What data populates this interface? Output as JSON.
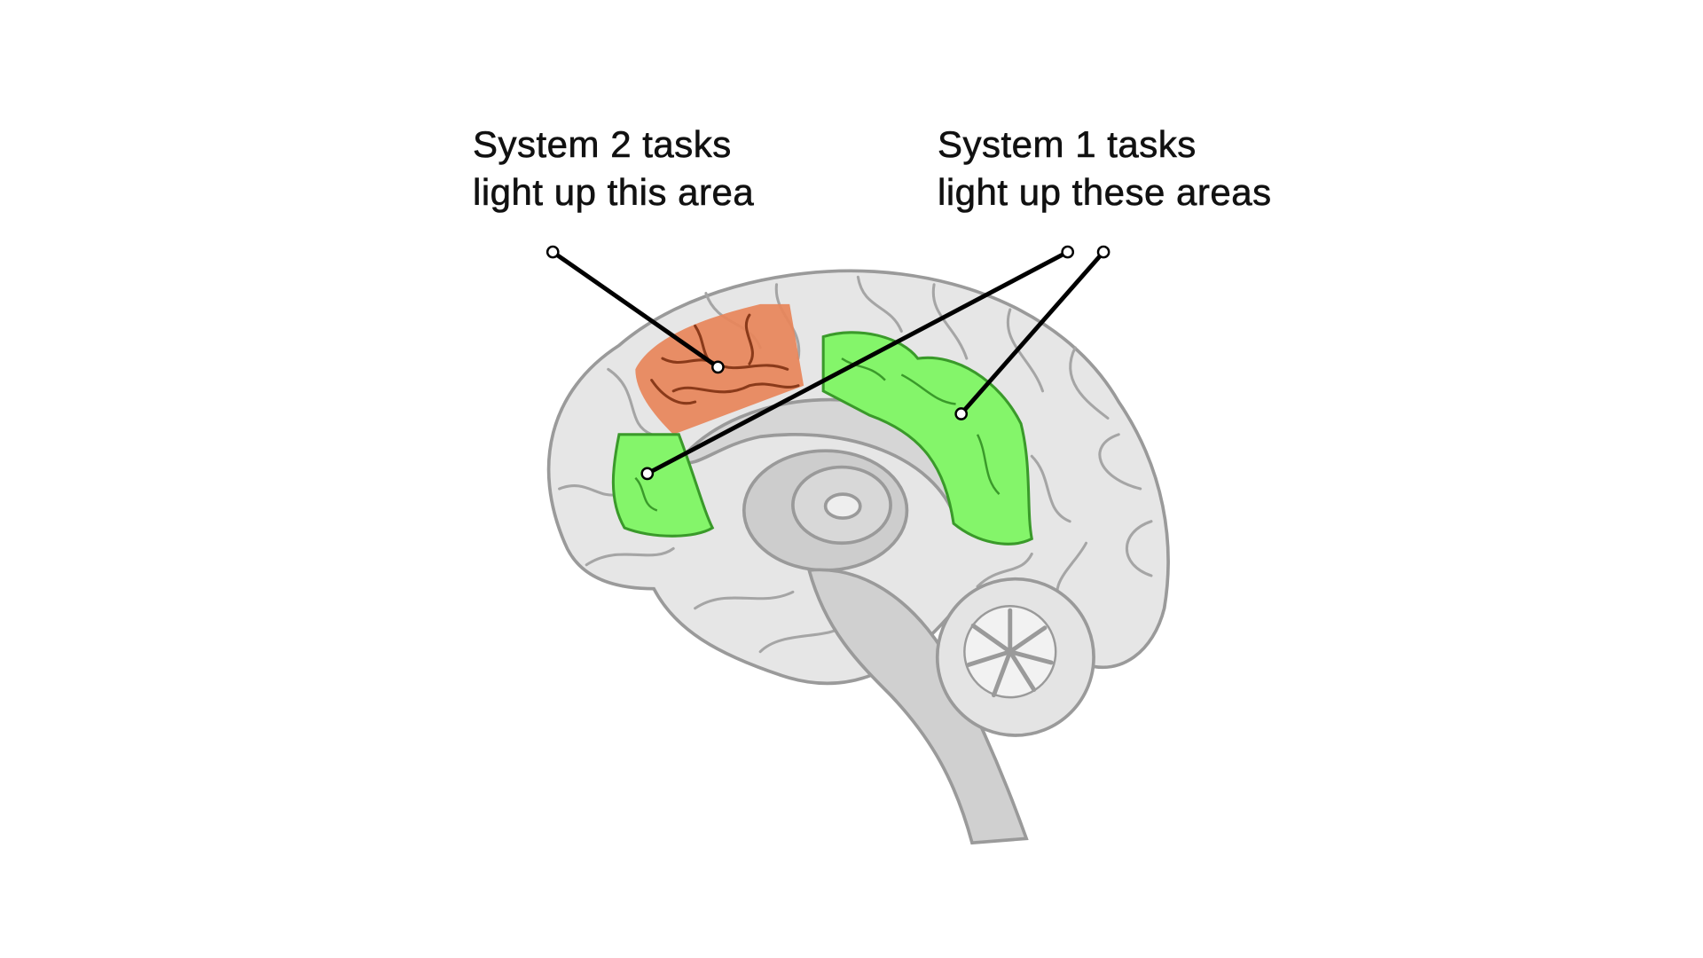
{
  "labels": {
    "system2": {
      "line1": "System 2 tasks",
      "line2": "light up this area"
    },
    "system1": {
      "line1": "System 1 tasks",
      "line2": "light up these areas"
    }
  },
  "colors": {
    "system2_region": "#e8855a",
    "system1_region": "#84f56a",
    "brain": "#e6e6e6",
    "outline": "#9a9a9a"
  }
}
